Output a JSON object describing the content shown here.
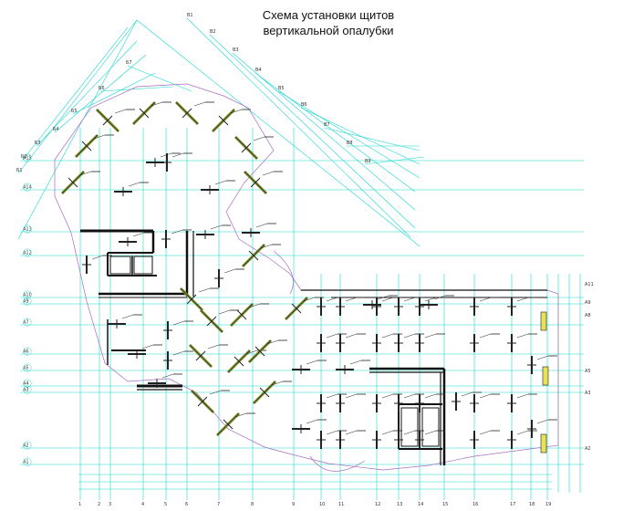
{
  "title": {
    "line1": "Схема установки щитов",
    "line2": "вертикальной опалубки"
  },
  "grid": {
    "rows": [
      "А15",
      "А14",
      "А13",
      "А12",
      "А10",
      "А9",
      "А7",
      "А6",
      "А5",
      "А4",
      "А3",
      "А2",
      "А1"
    ],
    "rows_right": [
      "А11",
      "А9",
      "А8",
      "А5",
      "А3",
      "А2"
    ],
    "columns": [
      "1",
      "2",
      "3",
      "4",
      "5",
      "6",
      "7",
      "8",
      "9",
      "10",
      "11",
      "12",
      "13",
      "14",
      "15",
      "16",
      "17",
      "18",
      "19"
    ],
    "diagonal_left": [
      "Б1",
      "Б2",
      "Б3",
      "Б4",
      "Б5",
      "Б6",
      "Б7"
    ],
    "diagonal_right": [
      "В1",
      "В2",
      "В3",
      "В4",
      "В5",
      "В6",
      "В7",
      "В8",
      "В9"
    ]
  },
  "colors": {
    "grid_line": "#19d7cf",
    "outline": "#a86cc1",
    "wall": "#111111",
    "panel_diag": "#7e8f2a",
    "panel_ortho": "#222222",
    "accent_yellow": "#e7e15a"
  }
}
